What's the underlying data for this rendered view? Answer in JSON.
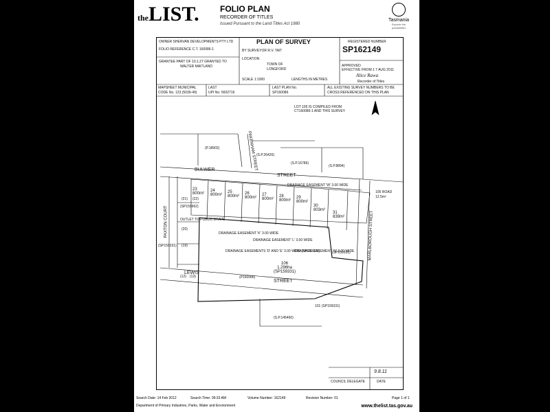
{
  "header": {
    "logo_the": "the",
    "logo_list": "LIST.",
    "title": "FOLIO PLAN",
    "subtitle": "RECORDER OF TITLES",
    "issued": "Issued Pursuant to the Land Titles Act 1980",
    "tasmania": "Tasmania",
    "tagline": "Explore the possibilities"
  },
  "plan": {
    "owner": "OWNER   SHERVAN DEVELOPMENTS PTY LTD",
    "folio_ref": "FOLIO REFERENCE   C.T. 160086-1",
    "grantee": "GRANTEE   PART OF 10.1.27 GRANTED TO",
    "grantee2": "WALTER MAITLAND",
    "plan_title": "PLAN OF SURVEY",
    "surveyor": "BY SURVEYOR   R.V. TAIT",
    "location_lbl": "LOCATION",
    "location1": "TOWN OF",
    "location2": "LONGFORD",
    "scale": "SCALE 1:1000",
    "lengths": "LENGTHS IN METRES",
    "reg_lbl": "REGISTERED NUMBER",
    "reg_num": "SP162149",
    "approved": "APPROVED",
    "effective": "EFFECTIVE FROM  1 7 AUG 2011",
    "signature": "Alice Rawa",
    "recorder": "Recorder of Titles",
    "mapsheet": "MAPSHEET MUNICIPAL",
    "code": "CODE No. 123 (5039-49)",
    "last_upi_lbl": "LAST",
    "last_upi": "UPI No. 5602716",
    "last_plan_lbl": "LAST PLAN No.",
    "last_plan": "SP160086",
    "survey_note1": "ALL EXISTING SURVEY NUMBERS TO BE",
    "survey_note2": "CROSS REFERENCED ON THIS PLAN",
    "lot_note1": "LOT 106 IS COMPILED FROM",
    "lot_note2": "CT160086-1 AND THIS SURVEY",
    "streets": {
      "bulwer": "BULWER",
      "street1": "STREET",
      "lewis": "LEWIS",
      "street2": "STREET",
      "pakenham": "PAKENHAM STREET",
      "paxton": "PAXTON COURT",
      "marlborough": "MARLBOROUGH STREET",
      "road": "105 ROAD",
      "road_area": "12.5m²"
    },
    "lots": [
      {
        "num": "23",
        "area": "800m²"
      },
      {
        "num": "24",
        "area": "800m²"
      },
      {
        "num": "25",
        "area": "800m²"
      },
      {
        "num": "26",
        "area": "800m²"
      },
      {
        "num": "27",
        "area": "800m²"
      },
      {
        "num": "28",
        "area": "800m²"
      },
      {
        "num": "29",
        "area": "800m²"
      },
      {
        "num": "30",
        "area": "803m²"
      },
      {
        "num": "31",
        "area": "839m²"
      }
    ],
    "lot106": "106",
    "lot106_area": "1.296ha",
    "lot106_ref": "(SP159331)",
    "easements": {
      "w": "DRAINAGE EASEMENT 'W' 3.00 WIDE",
      "k": "DRAINAGE EASEMENT 'K' 3.00 WIDE",
      "l": "DRAINAGE EASEMENT 'L' 3.00 WIDE",
      "de": "DRAINAGE EASEMENTS 'D' AND 'E' 3.00 WIDE (SP159331)",
      "n": "DRAINAGE EASEMENT 'N' 3.00 WIDE",
      "outlet": "OUTLET TO PUBLIC DRAIN"
    },
    "refs": {
      "p18902": "(P.18902)",
      "sp26426": "(S.P.26426)",
      "sp16786": "(S.P.16786)",
      "sp8894": "(S.P.8894)",
      "sp159962": "(SP159962)",
      "sp159331a": "(SP159331)",
      "sp159331b": "(SP159331)",
      "p160086": "(P160086)",
      "sp145460": "(S.P.145460)",
      "lot101": "101 (SP159331)",
      "l21": "(21)",
      "l22": "(22)",
      "l20": "(20)",
      "l19": "(19)",
      "l12": "(12)",
      "l13": "(13)"
    },
    "council": "COUNCIL DELEGATE",
    "date_lbl": "DATE",
    "date_val": "9.8.11"
  },
  "footer": {
    "search_date": "Search Date: 14 Feb 2012",
    "search_time": "Search Time: 09:33 AM",
    "volume": "Volume Number: 162149",
    "revision": "Revision Number: 01",
    "page": "Page 1 of 1",
    "dept": "Department of Primary Industries, Parks, Water and Environment",
    "url": "www.thelist.tas.gov.au"
  }
}
